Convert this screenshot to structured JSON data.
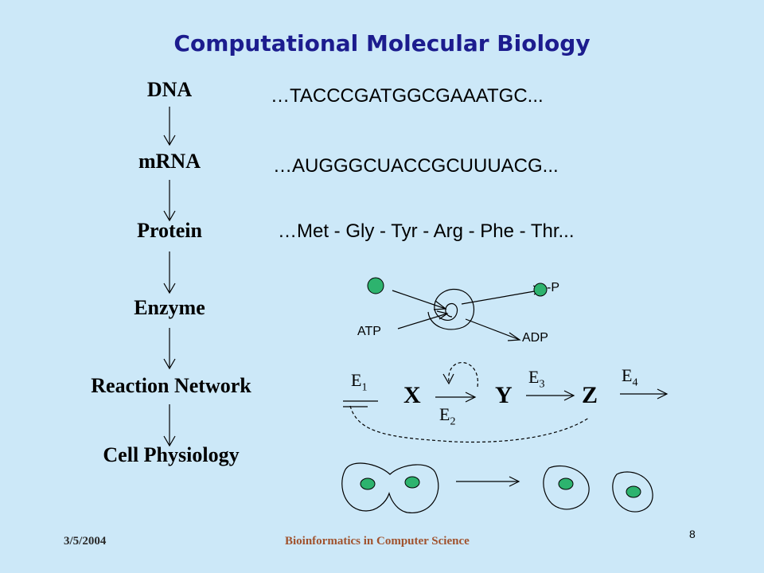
{
  "title": "Computational Molecular Biology",
  "levels": {
    "dna": "DNA",
    "mrna": "mRNA",
    "protein": "Protein",
    "enzyme": "Enzyme",
    "network": "Reaction Network",
    "cell": "Cell Physiology"
  },
  "sequences": {
    "dna": "…TACCCGATGGCGAAATGC...",
    "mrna": "…AUGGGCUACCGCUUUACG...",
    "protein": "…Met - Gly - Tyr - Arg - Phe - Thr..."
  },
  "enzyme_diagram": {
    "atp": "ATP",
    "adp": "ADP",
    "phosphate": "-P"
  },
  "network": {
    "x": "X",
    "y": "Y",
    "z": "Z",
    "e_letter": "E",
    "e1": "1",
    "e2": "2",
    "e3": "3",
    "e4": "4"
  },
  "colors": {
    "background": "#cce8f8",
    "title": "#1c1c8e",
    "footer_date": "#2a2a2a",
    "footer_center": "#a0522d",
    "nucleus": "#2db36e"
  },
  "footer": {
    "date": "3/5/2004",
    "center": "Bioinformatics in Computer Science",
    "page": "8"
  }
}
